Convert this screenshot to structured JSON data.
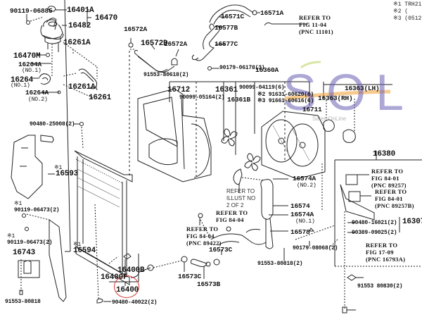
{
  "diagram": {
    "title": "Radiator & Cooling Fan Parts Diagram",
    "notes": [
      "※1 TRH21",
      "※2 (",
      "※3 (0512"
    ],
    "labels": {
      "p90119_06885": "90119-06885",
      "p16401A": "16401A",
      "p16470": "16470",
      "p16482": "16482",
      "p16261A_a": "16261A",
      "p16470M": "16470M",
      "p16264A_1": "16264A",
      "no1_a": "(NO.1)",
      "p16264": "16264",
      "no1_b": "(NO.1)",
      "p16261A_b": "16261A",
      "p16264A_2": "16264A",
      "no2_a": "(NO.2)",
      "p16261": "16261",
      "p16572A_a": "16572A",
      "p16572D": "16572D",
      "p16572A_b": "16572A",
      "p16571C": "16571C",
      "p16577B": "16577B",
      "p16577C": "16577C",
      "p16571A": "16571A",
      "p90179_06178": "90179-06178(3)",
      "p91553_80618": "91553-80618(2)",
      "p16360A": "16360A",
      "p16712": "16712",
      "p90099_05164": "90099-05164(2)",
      "p16361": "16361",
      "p16361B": "16361B",
      "p90099_04119": "90099-04119(6)",
      "p91631": "※2 91631-60620(6)",
      "p91661": "※3 91661-60616(6)",
      "p16363LH": "16363(LH)",
      "p16363RH": "16363(RH)",
      "p16711": "16711",
      "p90480_25008": "90480-25008(2)",
      "p16593_mark": "※1",
      "p16593": "16593",
      "p90119_06473a_mark": "※1",
      "p90119_06473a": "90119-06473(2)",
      "p90119_06473b_mark": "※1",
      "p90119_06473b": "90119-06473(2)",
      "p16743": "16743",
      "p16594_mark": "※1",
      "p16594": "16594",
      "p91553_80818": "91553-80818",
      "p16400B": "16400B",
      "p16400F": "16400F",
      "p16400": "16400",
      "p90480_40022": "90480-40022(2)",
      "p16574A_2": "16574A",
      "no2_b": "(NO.2)",
      "p16574": "16574",
      "p16574A_1": "16574A",
      "no1_c": "(NO.1)",
      "p16578": "16578",
      "p16573C_a": "16573C",
      "p16573C_b": "16573C",
      "p16573B": "16573B",
      "p91553_80818_2": "91553-80818(2)",
      "p90179_08068": "90179-08068(2)",
      "p16380": "16380",
      "p16307": "16307",
      "p90480_16021": "90480-16021(2)",
      "p90389_09025": "90389-09025(2)",
      "p91553_80830": "91553 80830(2)"
    },
    "references": {
      "fig11_04": "REFER TO\nFIG 11-04\n(PNC 11101)",
      "illust2": "REFER TO\nILLUST NO\n2 OF 2",
      "fig84_04a": "REFER TO\nFIG 84-04",
      "fig84_04b": "REFER TO\nFIG 84-04\n(PNC 89422)",
      "fig84_01a": "REFER TO\nFIG 84-01\n(PNC 89257)",
      "fig84_01b": "REFER TO\nFIG 84-01\n(PNC 89257B)",
      "fig17_09": "REFER TO\nFIG 17-09\n(PNC 16793A)"
    },
    "watermark": {
      "text": "SOL",
      "subtext": "Sales OnLine",
      "colors": {
        "s": "#6a5fb5",
        "o": "#6a5fb5",
        "l": "#6a5fb5",
        "swoosh": "#f2a13b",
        "leaf": "#c9dc8a"
      }
    },
    "highlight": {
      "part": "16400",
      "color": "#dd3333"
    }
  }
}
